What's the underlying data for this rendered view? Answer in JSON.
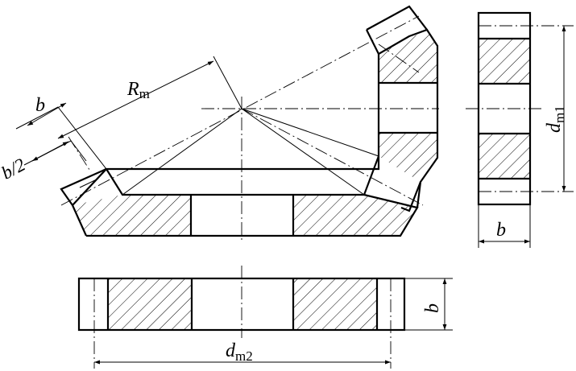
{
  "labels": {
    "rm": "R",
    "rm_sub": "m",
    "b_top": "b",
    "b_half": "b/2",
    "dm1": "d",
    "dm1_sub": "m1",
    "b_right": "b",
    "b_bottom": "b",
    "dm2": "d",
    "dm2_sub": "m2"
  }
}
